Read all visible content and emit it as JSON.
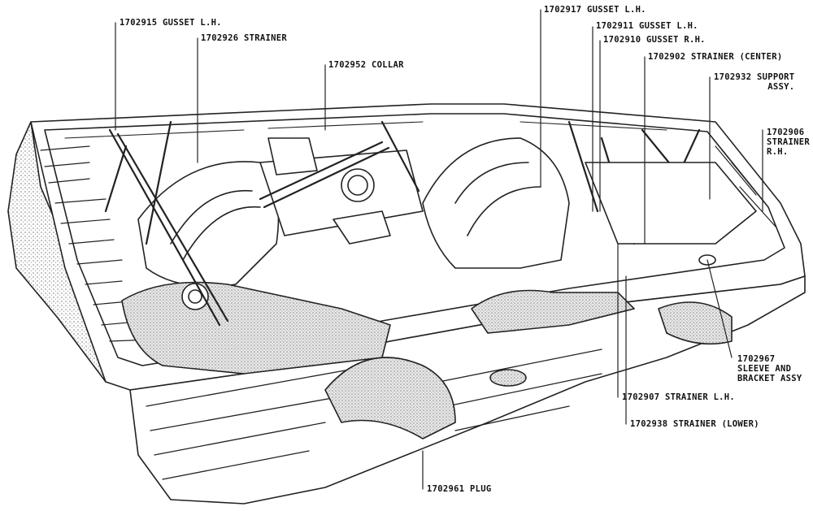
{
  "callouts": {
    "gusset_lh_left": "1702915 GUSSET L.H.",
    "strainer_top": "1702926 STRAINER",
    "collar": "1702952 COLLAR",
    "gusset_lh_1702917": "1702917 GUSSET L.H.",
    "gusset_lh_1702911": "1702911 GUSSET L.H.",
    "gusset_rh": "1702910 GUSSET R.H.",
    "strainer_center": "1702902 STRAINER (CENTER)",
    "support_assy_line1": "1702932 SUPPORT",
    "support_assy_line2": "ASSY.",
    "strainer_rh_line1": "1702906",
    "strainer_rh_line2": "STRAINER",
    "strainer_rh_line3": "R.H.",
    "sleeve_line1": "1702967",
    "sleeve_line2": "SLEEVE  AND",
    "sleeve_line3": "BRACKET ASSY",
    "strainer_lh": "1702907 STRAINER L.H.",
    "strainer_lower": "1702938 STRAINER (LOWER)",
    "plug": "1702961 PLUG"
  },
  "colors": {
    "ink": "#222222",
    "shade": "#cfcfcf",
    "paper": "#ffffff"
  }
}
